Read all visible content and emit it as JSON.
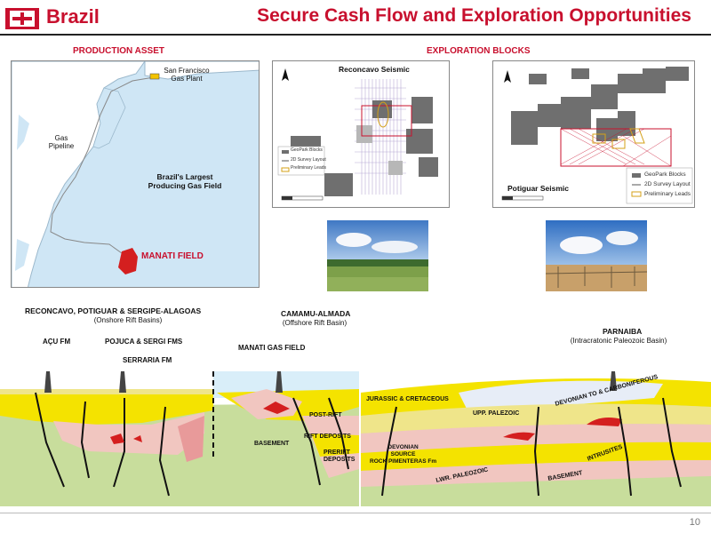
{
  "header": {
    "country": "Brazil",
    "title": "Secure Cash Flow and Exploration Opportunities"
  },
  "production": {
    "heading": "PRODUCTION ASSET",
    "san_francisco": "San Francisco\nGas Plant",
    "gas_pipeline": "Gas\nPipeline",
    "largest_field": "Brazil's Largest\nProducing Gas Field",
    "manati": "MANATI FIELD"
  },
  "exploration": {
    "heading": "EXPLORATION BLOCKS",
    "reconcavo_title": "Reconcavo Seismic",
    "potiguar_title": "Potiguar Seismic",
    "legend": [
      "GeoPark Blocks",
      "2D Survey Layout",
      "Preliminary Leads"
    ]
  },
  "cross_section_left": {
    "basin_title": "RECONCAVO, POTIGUAR & SERGIPE-ALAGOAS",
    "basin_sub": "(Onshore Rift Basins)",
    "camamu_title": "CAMAMU-ALMADA",
    "camamu_sub": "(Offshore Rift Basin)",
    "acu": "AÇU FM",
    "pojuca": "POJUCA & SERGI FMS",
    "serraria": "SERRARIA FM",
    "manati_gas": "MANATI GAS FIELD",
    "post_rift": "POST-RIFT",
    "rift_deposits": "RIFT DEPOSITS",
    "prerift": "PRERIFT\nDEPOSITS",
    "basement": "BASEMENT"
  },
  "cross_section_right": {
    "parnaiba_title": "PARNAIBA",
    "parnaiba_sub": "(Intracratonic Paleozoic Basin)",
    "jurassic": "JURASSIC & CRETACEOUS",
    "upp_paleozic": "UPP. PALEZOIC",
    "devonian_carb": "DEVONIAN TO & CARBONIFEROUS",
    "devonian_source": "DEVONIAN\nSOURCE\nROCK PIMENTERAS Fm",
    "intrusites": "INTRUSITES",
    "lwr_paleozoic": "LWR. PALEOZOIC",
    "basement": "BASEMENT"
  },
  "footer": {
    "page": "10"
  },
  "colors": {
    "accent": "#c8102e",
    "sea": "#cfe6f5",
    "land": "#ffffff",
    "field": "#d41f1f"
  }
}
